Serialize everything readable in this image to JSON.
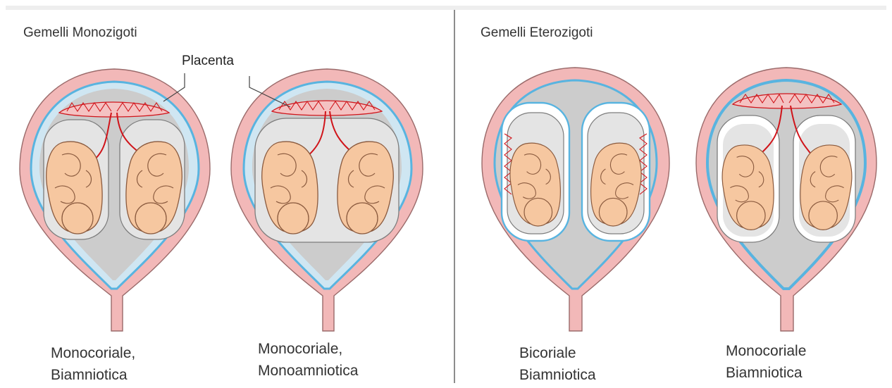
{
  "titles": {
    "left": "Gemelli Monozigoti",
    "right": "Gemelli Eterozigoti"
  },
  "placenta_label": "Placenta",
  "panels": [
    {
      "line1": "Monocoriale,",
      "line2": "Biamniotica"
    },
    {
      "line1": "Monocoriale,",
      "line2": "Monoamniotica"
    },
    {
      "line1": "Bicoriale",
      "line2": "Biamniotica"
    },
    {
      "line1": "Monocoriale",
      "line2": "Biamniotica"
    }
  ],
  "colors": {
    "uterus_wall": "#f2b8b8",
    "uterus_outline": "#9a6a6a",
    "chorion": "#58b4e0",
    "fluid": "#cfcfcf",
    "fetus": "#f6c7a0",
    "vessels": "#d0141a"
  }
}
